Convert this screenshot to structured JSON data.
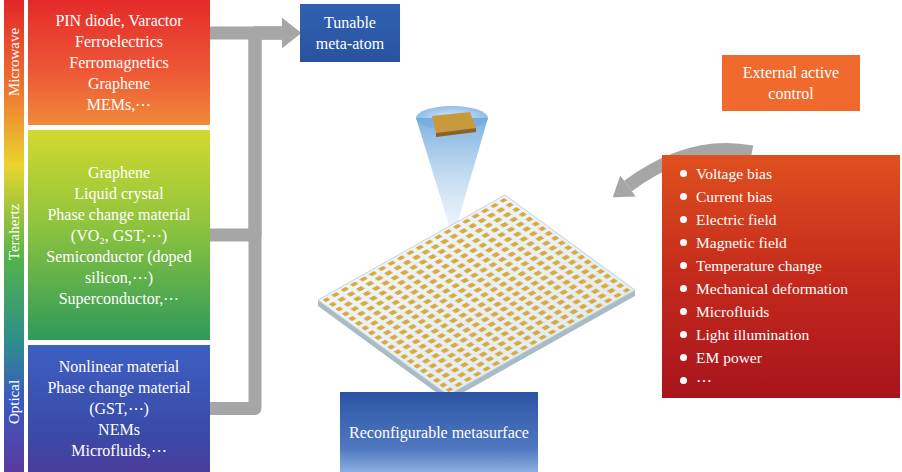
{
  "diagram": {
    "nodes": [
      {
        "text": [
          "PIN diode, Varactor",
          "Ferroelectrics",
          "Ferromagnetics",
          "Graphene",
          "MEMs,⋯"
        ]
      },
      {
        "text": [
          "Graphene",
          "Liquid crystal",
          "Phase change material (VO₂, GST,⋯)",
          "Semiconductor (doped silicon,⋯)",
          "Superconductor,⋯"
        ]
      },
      {
        "text": [
          "Nonlinear material",
          "Phase change material (GST,⋯)",
          "NEMs",
          "Microfluids,⋯"
        ]
      },
      {
        "text": [
          "Tunable meta-atom"
        ]
      },
      {
        "text": [
          "External active control"
        ]
      },
      {
        "text": [
          "Voltage bias",
          "Current bias",
          "Electric field",
          "Magnetic field",
          "Temperature change",
          "Mechanical deformation",
          "Microfluids",
          "Light illumination",
          "EM power",
          "⋯"
        ]
      },
      {
        "text": [
          "Reconfigurable metasurface"
        ]
      }
    ],
    "edges": [
      {
        "from": 0,
        "to": 3,
        "arrow": "to"
      },
      {
        "from": 1,
        "to": 3,
        "arrow": "to"
      },
      {
        "from": 2,
        "to": 3,
        "arrow": "to"
      }
    ],
    "labels": [
      "Microwave",
      "Terahertz",
      "Optical"
    ]
  }
}
